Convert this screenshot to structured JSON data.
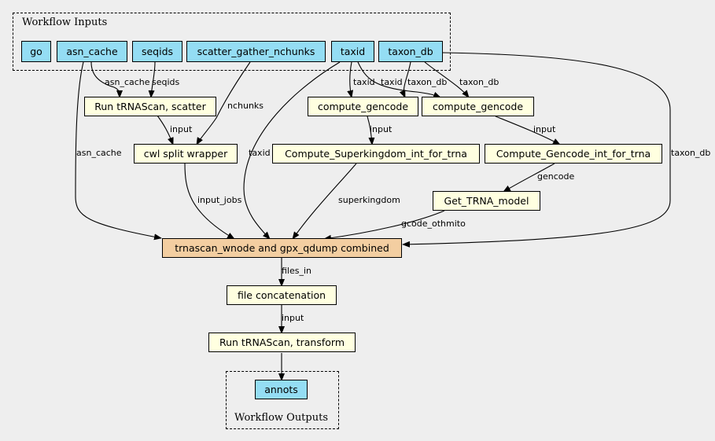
{
  "clusters": {
    "inputs_title": "Workflow Inputs",
    "outputs_title": "Workflow Outputs"
  },
  "inputs": {
    "go": "go",
    "asn_cache": "asn_cache",
    "seqids": "seqids",
    "scatter_gather_nchunks": "scatter_gather_nchunks",
    "taxid": "taxid",
    "taxon_db": "taxon_db"
  },
  "steps": {
    "run_trnascan_scatter": "Run tRNAScan, scatter",
    "compute_gencode_1": "compute_gencode",
    "compute_gencode_2": "compute_gencode",
    "cwl_split_wrapper": "cwl split wrapper",
    "compute_superkingdom": "Compute_Superkingdom_int_for_trna",
    "compute_gencode_int": "Compute_Gencode_int_for_trna",
    "get_trna_model": "Get_TRNA_model",
    "trnascan_combined": "trnascan_wnode and gpx_qdump combined",
    "file_concatenation": "file concatenation",
    "run_trnascan_transform": "Run tRNAScan, transform"
  },
  "outputs": {
    "annots": "annots"
  },
  "edge_labels": {
    "asn_cache_to_scatter": "asn_cache",
    "seqids_to_scatter": "seqids",
    "taxid_to_cg1": "taxid",
    "taxid_to_cg2": "taxid",
    "taxon_db_to_cg1": "taxon_db",
    "taxon_db_to_cg2": "taxon_db",
    "nchunks": "nchunks",
    "scatter_to_split": "input",
    "cg1_to_superkingdom": "input",
    "cg2_to_gencode_int": "input",
    "asn_cache_to_combined": "asn_cache",
    "taxid_to_combined": "taxid",
    "taxon_db_to_combined": "taxon_db",
    "gencode": "gencode",
    "input_jobs": "input_jobs",
    "superkingdom": "superkingdom",
    "gcode_othmito": "gcode_othmito",
    "files_in": "files_in",
    "concat_to_transform": "input"
  },
  "colors": {
    "background": "#eeeeee",
    "io_node": "#94ddf4",
    "step_node": "#ffffe0",
    "main_node": "#f3cea1"
  }
}
